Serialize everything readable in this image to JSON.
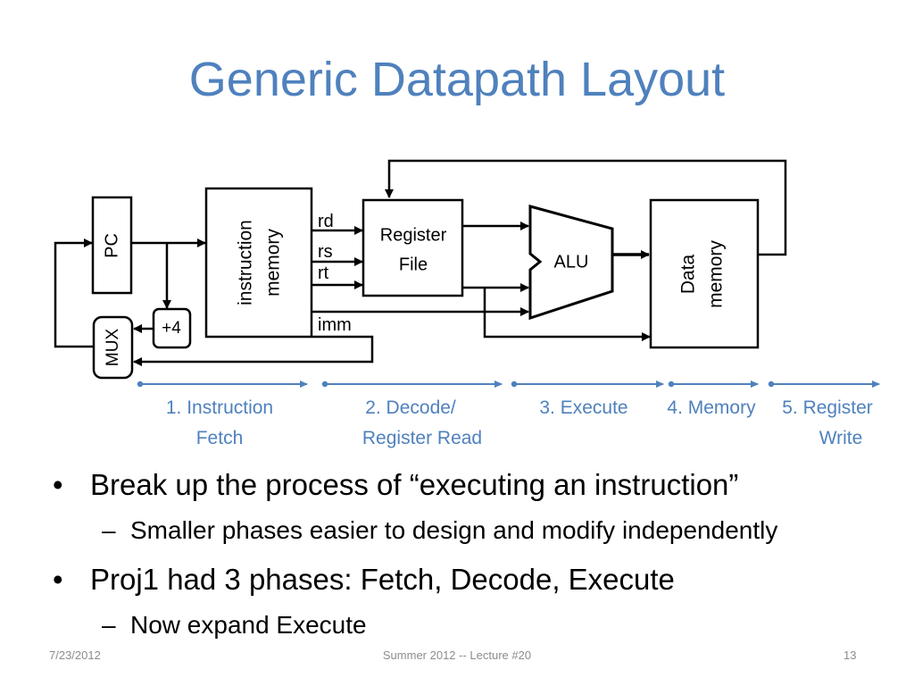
{
  "slide": {
    "title": "Generic Datapath Layout",
    "accent_color": "#4f81bd"
  },
  "diagram": {
    "blocks": {
      "pc": "PC",
      "instruction_memory_line1": "instruction",
      "instruction_memory_line2": "memory",
      "register_file_line1": "Register",
      "register_file_line2": "File",
      "alu": "ALU",
      "data_memory_line1": "Data",
      "data_memory_line2": "memory",
      "plus4": "+4",
      "mux": "MUX"
    },
    "signals": {
      "rd": "rd",
      "rs": "rs",
      "rt": "rt",
      "imm": "imm"
    },
    "stages": [
      {
        "line1": "1. Instruction",
        "line2": "Fetch"
      },
      {
        "line1": "2. Decode/",
        "line2": "Register Read"
      },
      {
        "line1": "3. Execute",
        "line2": ""
      },
      {
        "line1": "4. Memory",
        "line2": ""
      },
      {
        "line1": "5. Register",
        "line2": "Write"
      }
    ]
  },
  "bullets": [
    {
      "text": "Break up the process of “executing an instruction”",
      "sub": [
        "Smaller phases easier to design and modify independently"
      ]
    },
    {
      "text": "Proj1 had 3 phases: Fetch, Decode, Execute",
      "sub": [
        "Now expand Execute"
      ]
    }
  ],
  "footer": {
    "date": "7/23/2012",
    "center": "Summer 2012 -- Lecture #20",
    "page": "13"
  }
}
